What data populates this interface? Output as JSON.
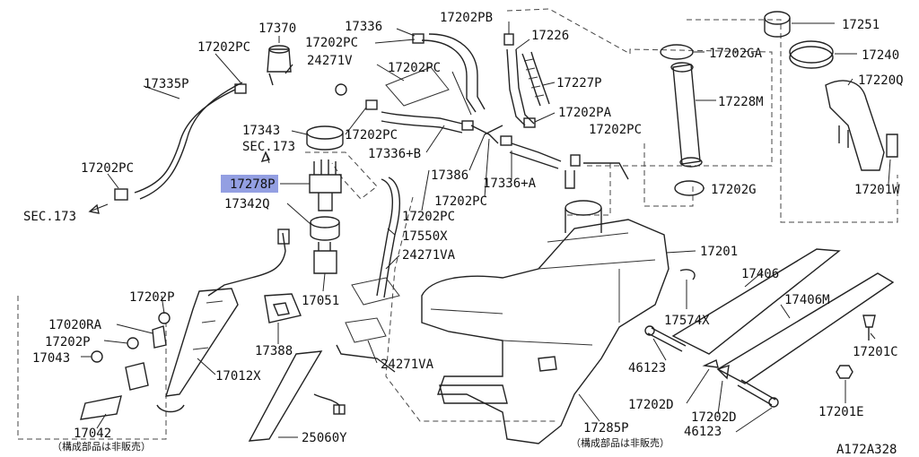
{
  "labels": [
    {
      "id": "p17370",
      "text": "17370"
    },
    {
      "id": "p17202pc_tl",
      "text": "17202PC"
    },
    {
      "id": "p17335p",
      "text": "17335P"
    },
    {
      "id": "p17202pc_l",
      "text": "17202PC"
    },
    {
      "id": "sec173_l",
      "text": "SEC.173"
    },
    {
      "id": "p17336",
      "text": "17336"
    },
    {
      "id": "p17202pc_t",
      "text": "17202PC"
    },
    {
      "id": "p24271v",
      "text": "24271V"
    },
    {
      "id": "p17202pc_m",
      "text": "17202PC"
    },
    {
      "id": "p17202pb",
      "text": "17202PB"
    },
    {
      "id": "p17226",
      "text": "17226"
    },
    {
      "id": "p17227p",
      "text": "17227P"
    },
    {
      "id": "p17202pa",
      "text": "17202PA"
    },
    {
      "id": "p17343",
      "text": "17343"
    },
    {
      "id": "sec173_c",
      "text": "SEC.173"
    },
    {
      "id": "p17202pc_c",
      "text": "17202PC"
    },
    {
      "id": "p17336b",
      "text": "17336+B"
    },
    {
      "id": "p17278p",
      "text": "17278P"
    },
    {
      "id": "p17342q",
      "text": "17342Q"
    },
    {
      "id": "p17386",
      "text": "17386"
    },
    {
      "id": "p17202pc_cr",
      "text": "17202PC"
    },
    {
      "id": "p17336a",
      "text": "17336+A"
    },
    {
      "id": "p17202pc_lo",
      "text": "17202PC"
    },
    {
      "id": "p17202pc_b",
      "text": "17202PC"
    },
    {
      "id": "p17550x",
      "text": "17550X"
    },
    {
      "id": "p24271va_t",
      "text": "24271VA"
    },
    {
      "id": "p17051",
      "text": "17051"
    },
    {
      "id": "p17202p_t",
      "text": "17202P"
    },
    {
      "id": "p17020ra",
      "text": "17020RA"
    },
    {
      "id": "p17202p_l",
      "text": "17202P"
    },
    {
      "id": "p17043",
      "text": "17043"
    },
    {
      "id": "p17012x",
      "text": "17012X"
    },
    {
      "id": "p17388",
      "text": "17388"
    },
    {
      "id": "p24271va_b",
      "text": "24271VA"
    },
    {
      "id": "p17042",
      "text": "17042"
    },
    {
      "id": "p25060y",
      "text": "25060Y"
    },
    {
      "id": "p17251",
      "text": "17251"
    },
    {
      "id": "p17202ga",
      "text": "17202GA"
    },
    {
      "id": "p17240",
      "text": "17240"
    },
    {
      "id": "p17220q",
      "text": "17220Q"
    },
    {
      "id": "p17228m",
      "text": "17228M"
    },
    {
      "id": "p17202g",
      "text": "17202G"
    },
    {
      "id": "p17201w",
      "text": "17201W"
    },
    {
      "id": "p17201",
      "text": "17201"
    },
    {
      "id": "p17406",
      "text": "17406"
    },
    {
      "id": "p17406m",
      "text": "17406M"
    },
    {
      "id": "p17574x",
      "text": "17574X"
    },
    {
      "id": "p17201c",
      "text": "17201C"
    },
    {
      "id": "p46123_t",
      "text": "46123"
    },
    {
      "id": "p17202d_t",
      "text": "17202D"
    },
    {
      "id": "p17202d_b",
      "text": "17202D"
    },
    {
      "id": "p46123_b",
      "text": "46123"
    },
    {
      "id": "p17201e",
      "text": "17201E"
    },
    {
      "id": "p17285p",
      "text": "17285P"
    },
    {
      "id": "code",
      "text": "A172A328"
    }
  ],
  "notes": {
    "left": "（構成部品は非販売）",
    "right": "（構成部品は非販売）"
  },
  "highlight": {
    "label": "17278P",
    "color": "#6f7fd8"
  }
}
